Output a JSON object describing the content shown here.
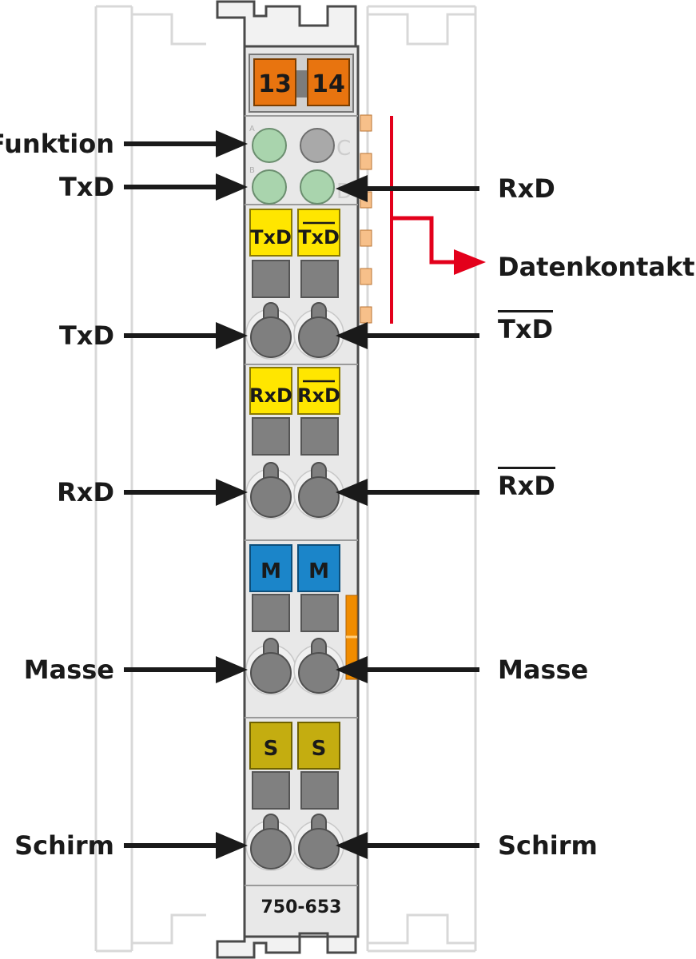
{
  "channels": {
    "ch13": "13",
    "ch14": "14"
  },
  "leds": {
    "a": "A",
    "b": "B",
    "c": "C",
    "d": "D"
  },
  "slots": {
    "txd": "TxD",
    "txd_inv": "TxD",
    "rxd": "RxD",
    "rxd_inv": "RxD",
    "m1": "M",
    "m2": "M",
    "s1": "S",
    "s2": "S"
  },
  "labels": {
    "funktion": "Funktion",
    "txd_led": "TxD",
    "rxd_led": "RxD",
    "datenkontakte": "Datenkontakte",
    "txd_term": "TxD",
    "txd_inv_term": "TxD",
    "rxd_term": "RxD",
    "rxd_inv_term": "RxD",
    "masse_left": "Masse",
    "masse_right": "Masse",
    "schirm_left": "Schirm",
    "schirm_right": "Schirm"
  },
  "part_number": "750-653",
  "colors": {
    "orange": "#e8740f",
    "yellow": "#ffe600",
    "blue": "#1b85c9",
    "olive": "#c4ad10",
    "red": "#e3001b",
    "led_green": "#a9d4ad",
    "gray": "#808080"
  }
}
